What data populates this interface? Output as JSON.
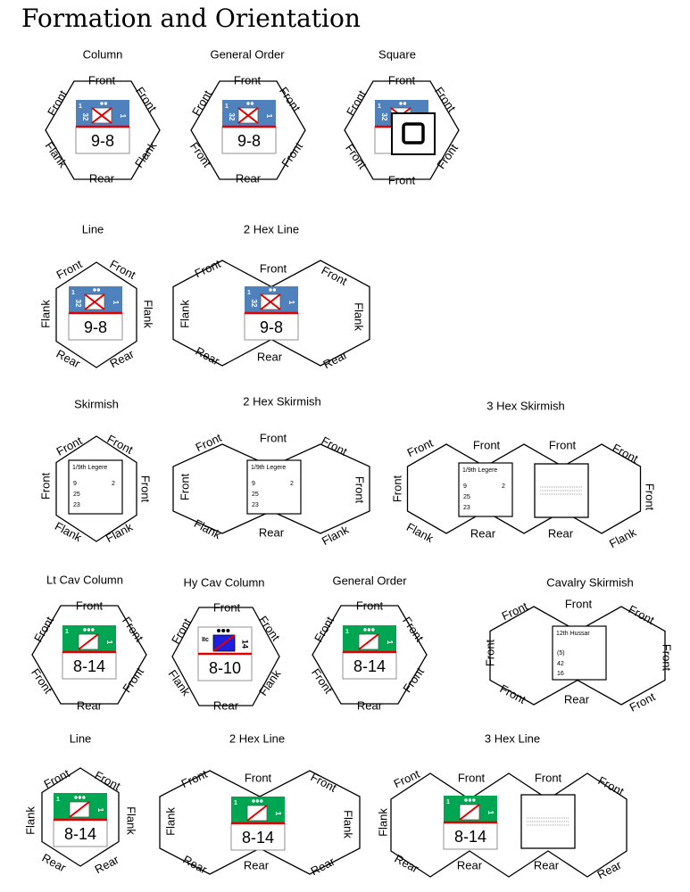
{
  "title": "Formation and Orientation",
  "labels": {
    "front": "Front",
    "flank": "Flank",
    "rear": "Rear"
  },
  "formations": {
    "column": "Column",
    "general_order": "General Order",
    "square": "Square",
    "line": "Line",
    "two_hex_line": "2 Hex Line",
    "skirmish": "Skirmish",
    "two_hex_skirmish": "2 Hex Skirmish",
    "three_hex_skirmish": "3 Hex Skirmish",
    "lt_cav_column": "Lt Cav Column",
    "hy_cav_column": "Hy Cav Column",
    "general_order_cav": "General Order",
    "cavalry_skirmish": "Cavalry Skirmish",
    "line_cav": "Line",
    "two_hex_line_cav": "2 Hex Line",
    "three_hex_line_cav": "3 Hex Line"
  },
  "counters": {
    "infantry": {
      "strength": "9-8",
      "id_top": "1",
      "id_num": "32",
      "id_right": "1",
      "color": "#4f81bd"
    },
    "lt_cav": {
      "strength": "8-14",
      "id_top": "1",
      "id_right": "1",
      "color": "#00a651"
    },
    "hy_cav": {
      "strength": "8-10",
      "id_top": "IIc",
      "id_right": "14",
      "color": "#1f1fe0"
    },
    "skirmish": {
      "name": "1/9th Legere",
      "v1": "9",
      "v2": "2",
      "v3": "25",
      "v4": "23"
    },
    "cav_skirmish": {
      "name": "12th Hussar",
      "v1": "(5)",
      "v2": "42",
      "v3": "16"
    }
  },
  "colors": {
    "accent_red": "#e00000",
    "cross_red": "#e00000"
  }
}
